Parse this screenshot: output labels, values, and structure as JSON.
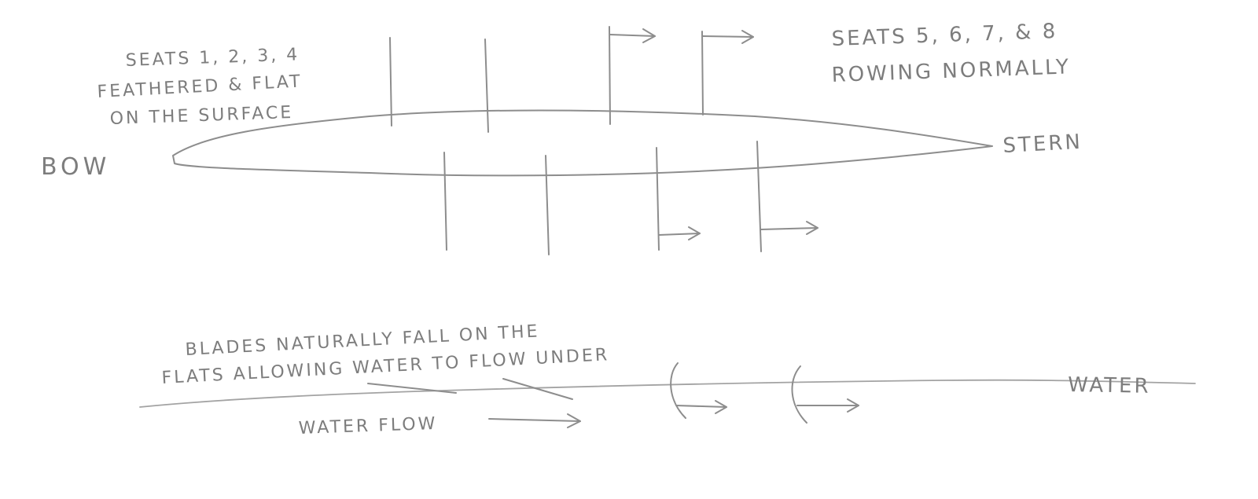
{
  "labels": {
    "bow": "BOW",
    "stern": "STERN",
    "seats_feathered_line1": "SEATS 1, 2, 3, 4",
    "seats_feathered_line2": "FEATHERED & FLAT",
    "seats_feathered_line3": "ON THE SURFACE",
    "seats_rowing_line1": "SEATS 5, 6, 7, & 8",
    "seats_rowing_line2": "ROWING NORMALLY",
    "blades_line1": "BLADES NATURALLY FALL ON THE",
    "blades_line2": "FLATS ALLOWING WATER TO FLOW UNDER",
    "water_flow": "WATER FLOW",
    "water": "WATER"
  },
  "style": {
    "pencil_color": "#8d8d8d",
    "background": "#ffffff"
  }
}
